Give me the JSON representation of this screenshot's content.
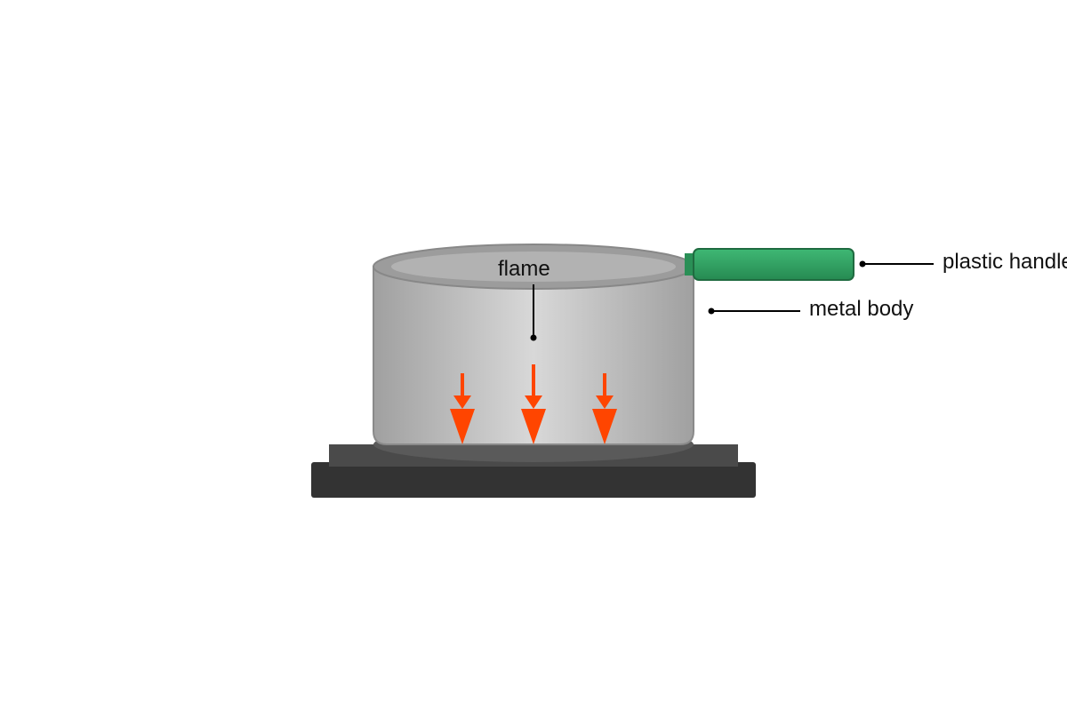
{
  "labels": {
    "flame": "flame",
    "metal_body": "metal body",
    "plastic_handle": "plastic handle"
  },
  "colors": {
    "flame_arrow": "#ff4500",
    "handle": "#2e9e5f",
    "pot_body": "#b8b8b8",
    "stove": "#333333",
    "leader_line": "#000000"
  }
}
